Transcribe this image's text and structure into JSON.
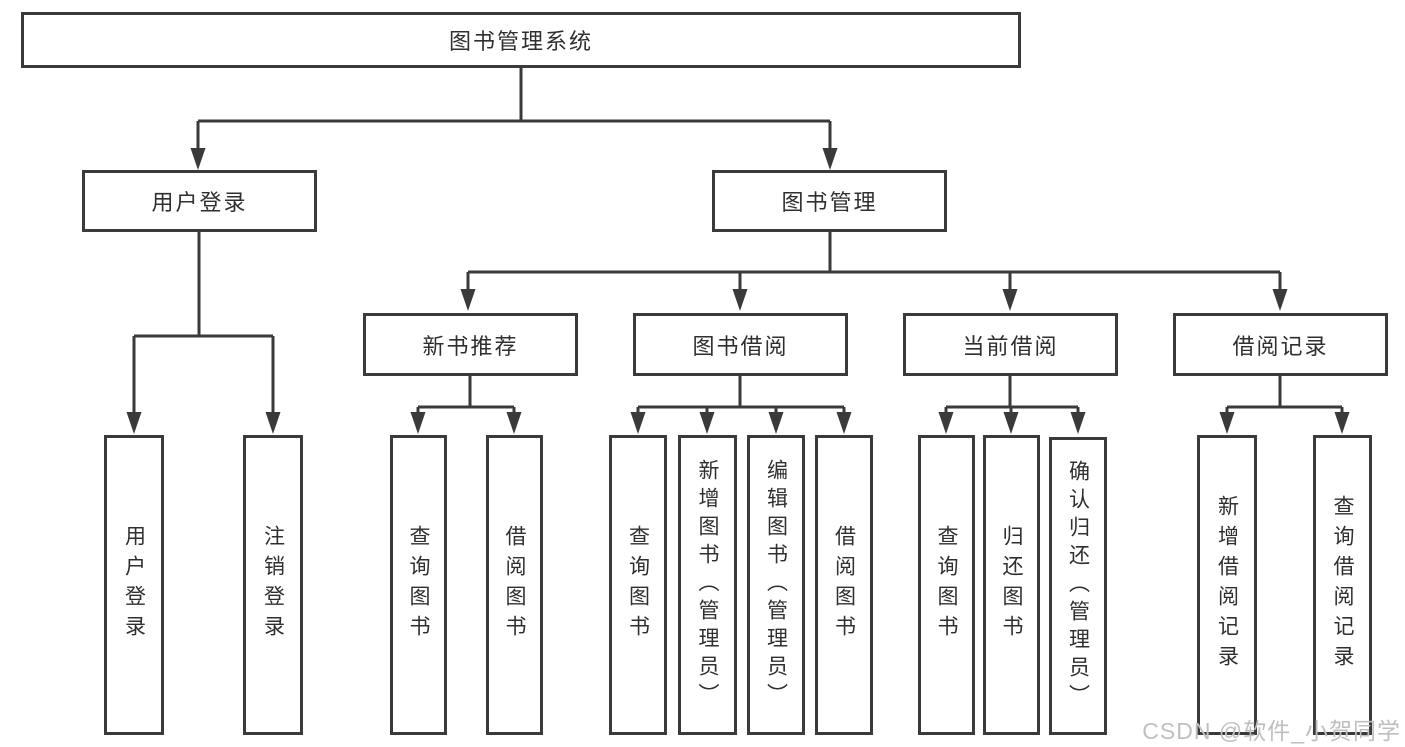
{
  "diagram": {
    "root": {
      "label": "图书管理系统"
    },
    "branches": {
      "user_login": {
        "label": "用户登录",
        "children": [
          "用户登录",
          "注销登录"
        ]
      },
      "book_mgmt": {
        "label": "图书管理",
        "sections": {
          "new_books": {
            "label": "新书推荐",
            "children": [
              "查询图书",
              "借阅图书"
            ]
          },
          "book_borrow": {
            "label": "图书借阅",
            "children": [
              "查询图书",
              "新增图书（管理员）",
              "编辑图书（管理员）",
              "借阅图书"
            ]
          },
          "current_borrow": {
            "label": "当前借阅",
            "children": [
              "查询图书",
              "归还图书",
              "确认归还（管理员）"
            ]
          },
          "borrow_records": {
            "label": "借阅记录",
            "children": [
              "新增借阅记录",
              "查询借阅记录"
            ]
          }
        }
      }
    }
  },
  "watermark": "CSDN @软件_小贺同学",
  "colors": {
    "line": "#3a3a3a",
    "text": "#2f2f2f",
    "watermark": "#bfbfbf",
    "background": "#ffffff"
  }
}
